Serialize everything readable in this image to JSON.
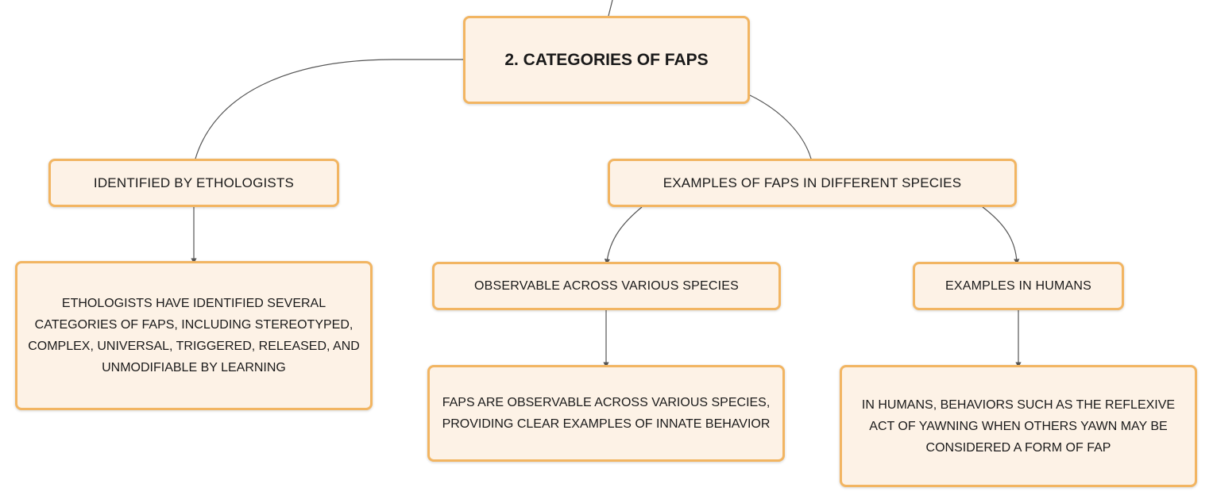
{
  "diagram": {
    "root": {
      "label": "2. CATEGORIES OF FAPS"
    },
    "branches": [
      {
        "label": "IDENTIFIED BY ETHOLOGISTS",
        "detail": "ETHOLOGISTS HAVE IDENTIFIED SEVERAL CATEGORIES OF FAPS, INCLUDING STEREOTYPED, COMPLEX, UNIVERSAL, TRIGGERED, RELEASED, AND UNMODIFIABLE BY LEARNING"
      },
      {
        "label": "EXAMPLES OF FAPS IN DIFFERENT SPECIES",
        "children": [
          {
            "label": "OBSERVABLE ACROSS VARIOUS SPECIES",
            "detail": "FAPS ARE OBSERVABLE ACROSS VARIOUS SPECIES, PROVIDING CLEAR EXAMPLES OF INNATE BEHAVIOR"
          },
          {
            "label": "EXAMPLES IN HUMANS",
            "detail": "IN HUMANS, BEHAVIORS SUCH AS THE REFLEXIVE ACT OF YAWNING WHEN OTHERS YAWN MAY BE CONSIDERED A FORM OF FAP"
          }
        ]
      }
    ]
  },
  "colors": {
    "node_fill": "#fdf2e6",
    "node_border": "#f2b562",
    "connector": "#555555",
    "text": "#1a1a1a"
  }
}
